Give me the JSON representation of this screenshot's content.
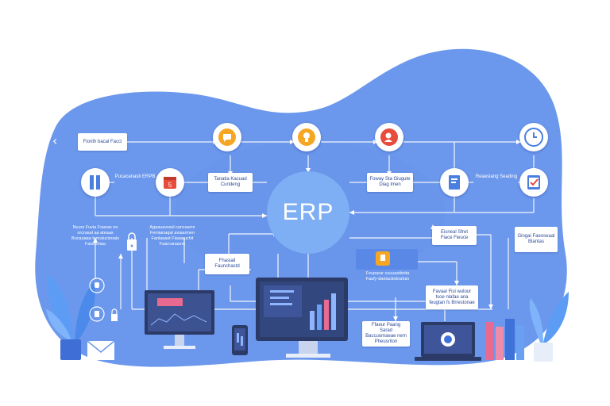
{
  "center": {
    "label": "ERP"
  },
  "nav": {
    "prev_icon": "chevron-left-icon",
    "next_icon": "chevron-right-icon",
    "prev_glyph": "‹",
    "next_glyph": "›"
  },
  "boxes": [
    {
      "id": "top-left",
      "text": "Fionth bacal Facci"
    },
    {
      "id": "left-mid",
      "text": "Pucacanasti ERPB"
    },
    {
      "id": "center-left",
      "text": "Tanatia Kacuad Curideng"
    },
    {
      "id": "center-right",
      "text": "Foway Sta Giugute Diag Imen"
    },
    {
      "id": "right-mid",
      "text": "Reaesiang Seading"
    },
    {
      "id": "mid-left",
      "text": "Fhasiail Faunchastd"
    },
    {
      "id": "right-top-small",
      "text": "Eisneal Sfret Fiace Fieuce"
    },
    {
      "id": "far-right",
      "text": "Gingai Faeoseaal Blantas"
    },
    {
      "id": "right-lower",
      "text": "Favaal Fisi wulour tsoe nlafae ana feugtan fs Brrestonae"
    },
    {
      "id": "bottom-center",
      "text": "Ffaeur Paang Sarad Baccuomaeae nem Pheusriton"
    }
  ],
  "floating_text": [
    {
      "id": "left-stack",
      "text": "Nuurs Fuvia Fsanas ne orcrasal aa ateaas Bucauaaa tamuluciooals Faiaruniaa"
    },
    {
      "id": "center-stack",
      "text": "Agaauavsssl cancaarre Femianaqat aviaarmen Fanlaaast Fiaaaruchit Faarcanaune"
    },
    {
      "id": "mid-banner",
      "text": "Feuparar cuuuastiiotta Faufy-daetactinbrafuio"
    }
  ],
  "icons": [
    "chat-icon",
    "lightbulb-icon",
    "person-pin-icon",
    "clock-icon",
    "document-icon",
    "calendar-icon",
    "tablet-icon",
    "task-check-icon",
    "padlock-icon",
    "badge-icon",
    "mail-icon",
    "bell-icon",
    "desktop-monitor-icon",
    "smartphone-icon",
    "laptop-icon",
    "plant-icon",
    "books-icon"
  ],
  "colors": {
    "blob": "#6b98ec",
    "blob_dark": "#5b87e2",
    "erp_circle": "#7eaef3",
    "line": "#ffffff",
    "node_orange": "#f5a623",
    "node_red": "#e74c3c",
    "node_blue": "#4a7fe0",
    "plant": "#5d9cf5",
    "book_pink": "#e86a90"
  }
}
